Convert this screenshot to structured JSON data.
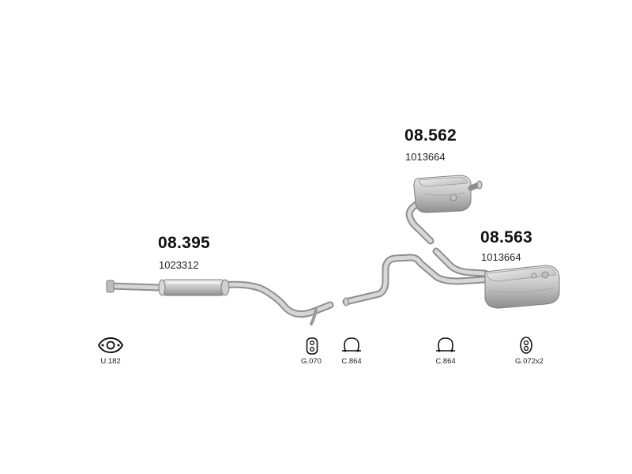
{
  "parts": [
    {
      "id": "front",
      "number": "08.395",
      "code": "1023312"
    },
    {
      "id": "rear-upper",
      "number": "08.562",
      "code": "1013664"
    },
    {
      "id": "rear-lower",
      "number": "08.563",
      "code": "1013664"
    }
  ],
  "fittings": [
    {
      "id": "gasket",
      "label": "U.182",
      "icon": "gasket-icon"
    },
    {
      "id": "rubber-hanger-1",
      "label": "G.070",
      "icon": "rubber-hanger-icon"
    },
    {
      "id": "clamp-1",
      "label": "C.864",
      "icon": "pipe-clamp-icon"
    },
    {
      "id": "clamp-2",
      "label": "C.864",
      "icon": "pipe-clamp-icon"
    },
    {
      "id": "rubber-hanger-2",
      "label": "G.072x2",
      "icon": "rubber-ring-icon"
    }
  ],
  "colors": {
    "metal_light": "#e4e4e4",
    "metal_mid": "#b8b8b8",
    "metal_dark": "#8a8a8a",
    "ink": "#111111"
  }
}
